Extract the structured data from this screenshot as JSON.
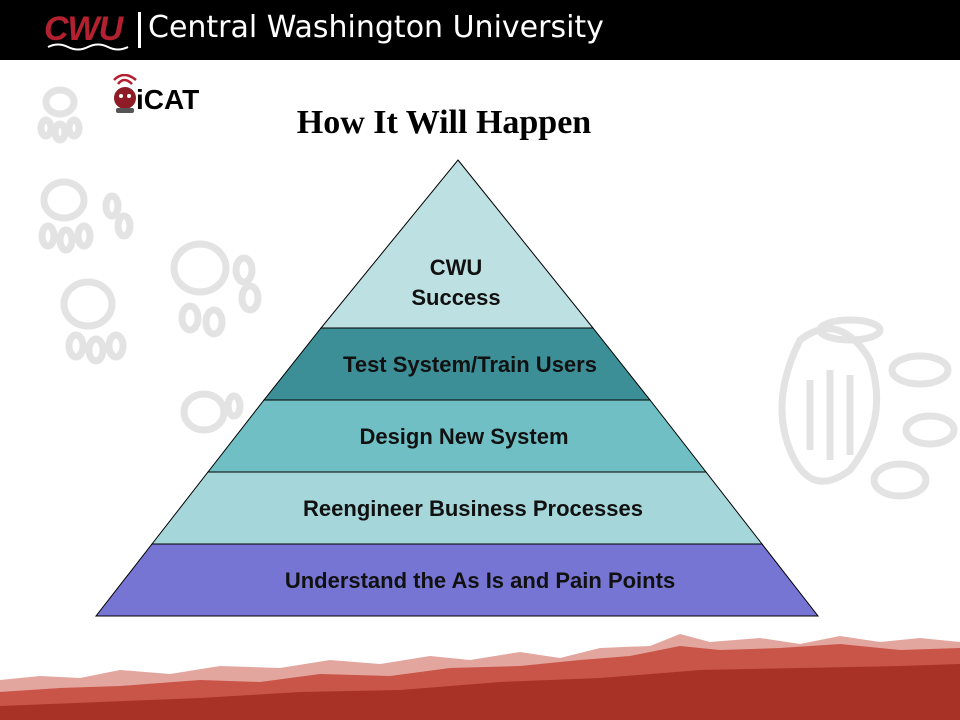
{
  "header": {
    "logo_text": "CWU",
    "university_name": "Central Washington University",
    "logo_color": "#b3202f"
  },
  "icat_logo": {
    "text": "iCAT"
  },
  "slide": {
    "title": "How It Will Happen"
  },
  "pyramid": {
    "levels": [
      {
        "label_line1": "CWU",
        "label_line2": "Success",
        "color": "#bde0e3"
      },
      {
        "label": "Test System/Train Users",
        "color": "#3d8f97"
      },
      {
        "label": "Design New System",
        "color": "#6fbfc5"
      },
      {
        "label": "Reengineer Business Processes",
        "color": "#a5d6da"
      },
      {
        "label": "Understand the As Is and Pain Points",
        "color": "#7675d3"
      }
    ]
  },
  "colors": {
    "footer_red": "#c0392b",
    "paw_gray": "#e3e3e3"
  }
}
